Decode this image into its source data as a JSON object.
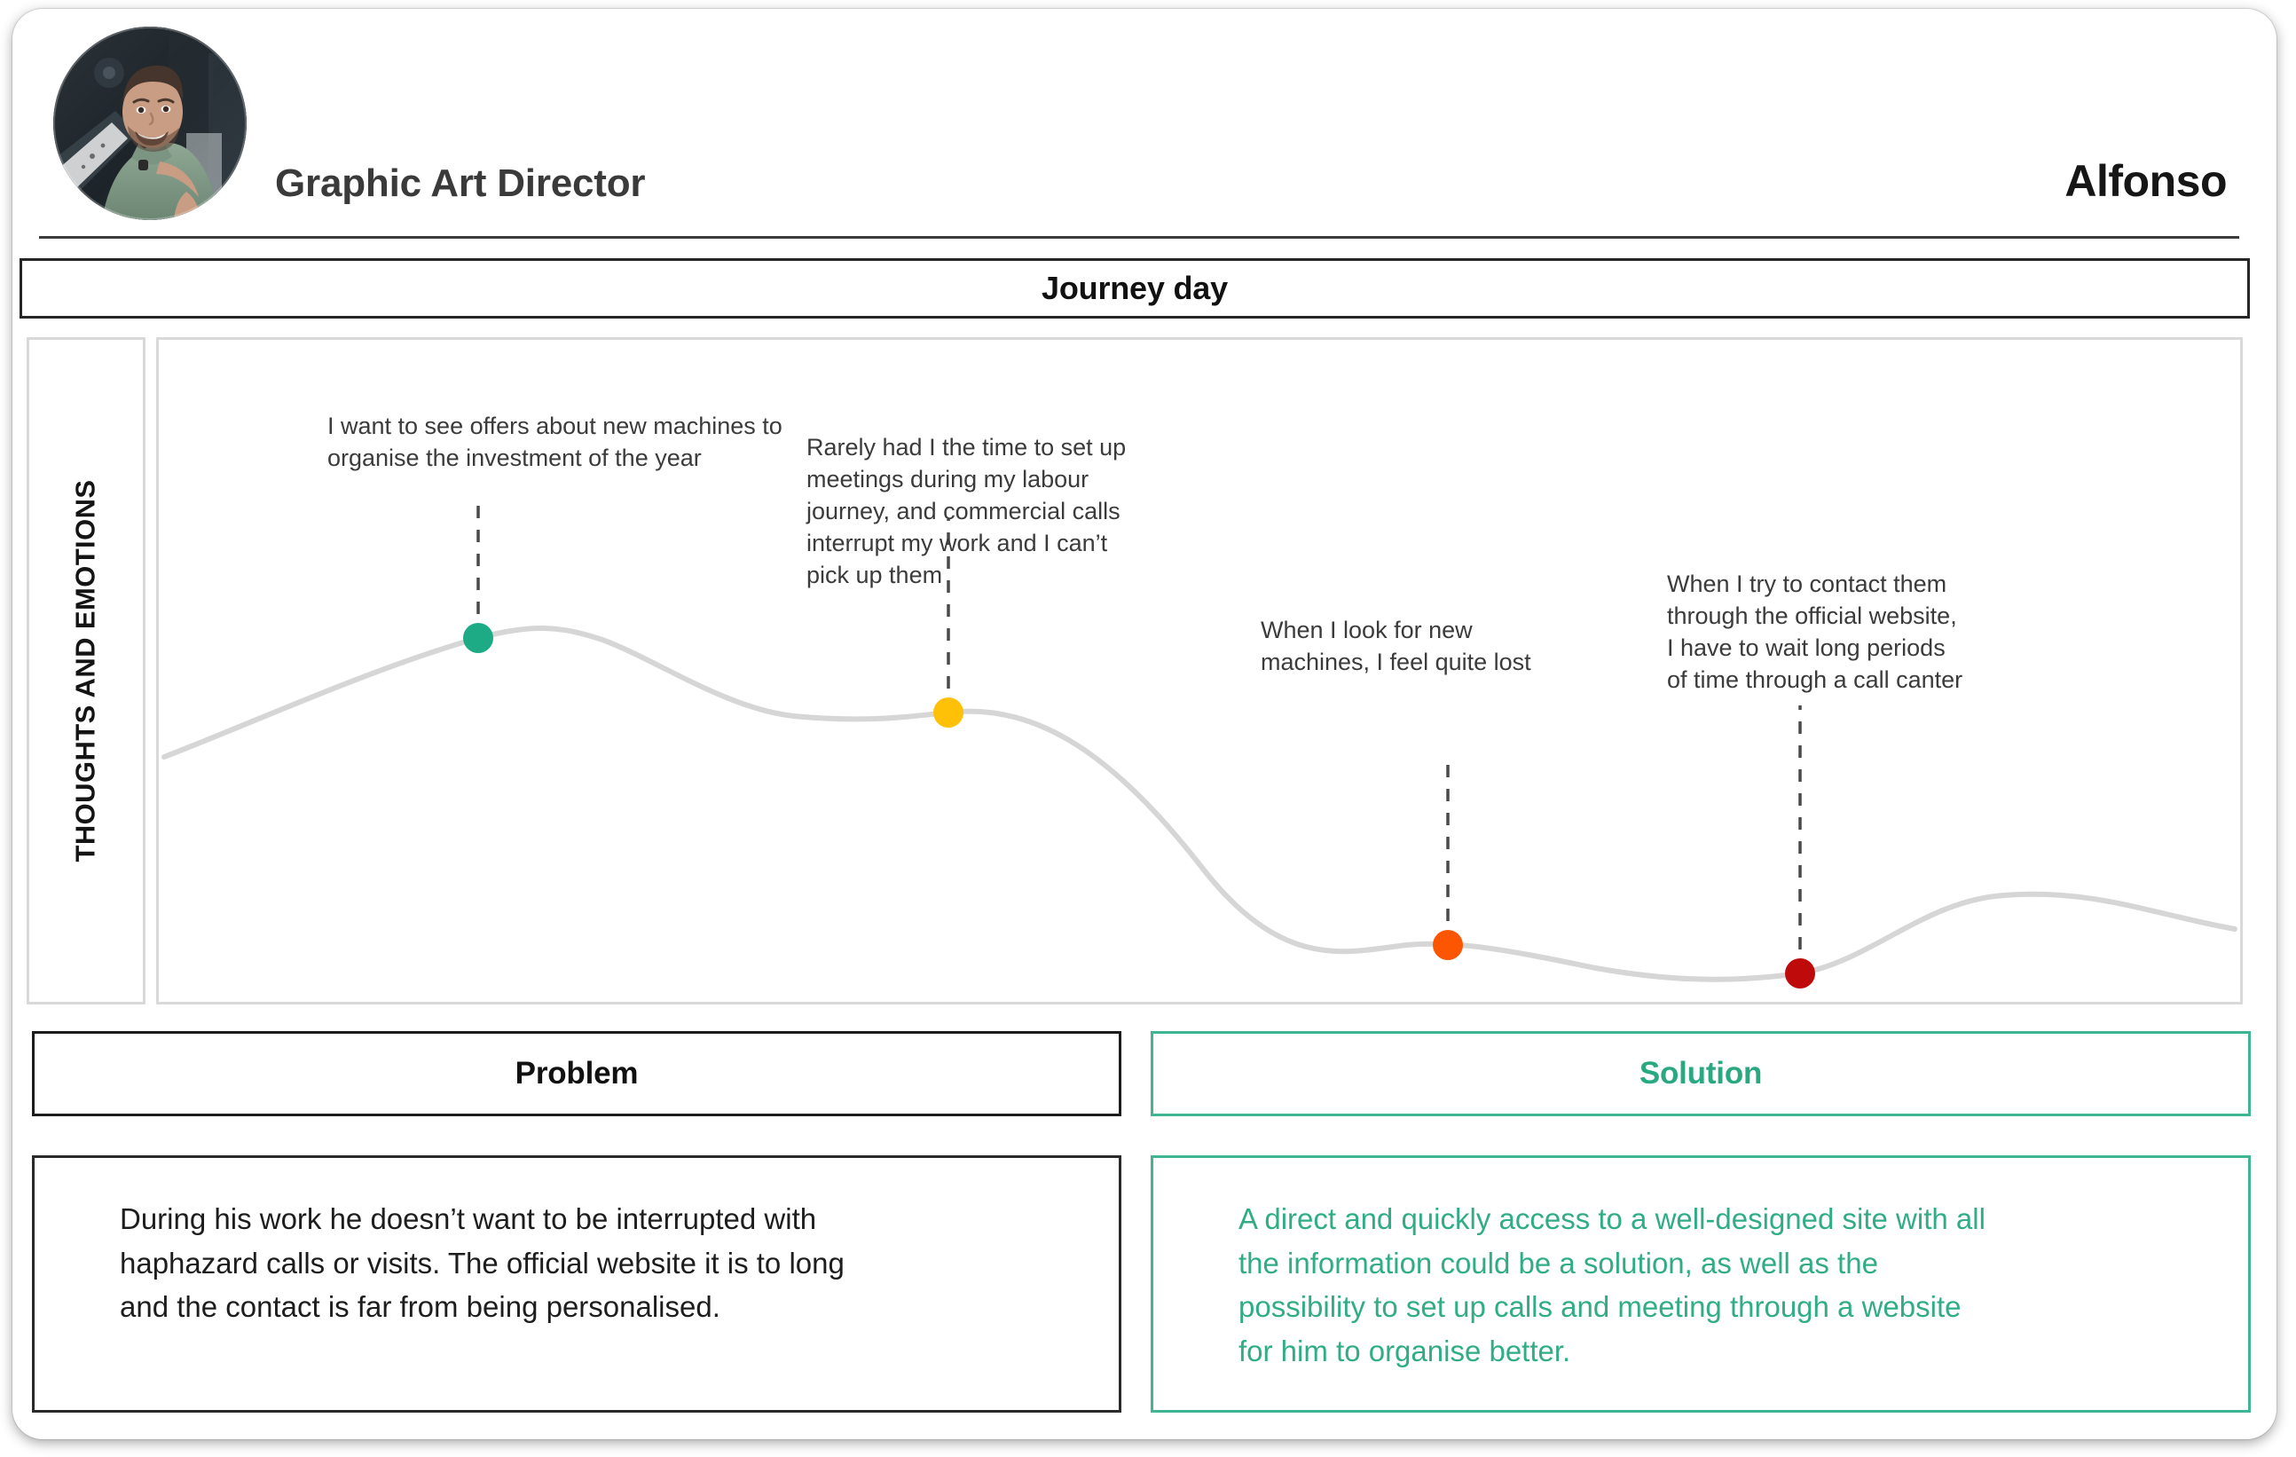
{
  "header": {
    "role_title": "Graphic Art Director",
    "person_name": "Alfonso",
    "avatar_alt": "avatar-photo"
  },
  "journey": {
    "bar_label": "Journey day",
    "axis_label": "THOUGHTS\nAND EMOTIONS"
  },
  "chart_data": {
    "type": "line",
    "title": "Journey day",
    "ylabel": "THOUGHTS AND EMOTIONS",
    "xlabel": "",
    "grid": false,
    "legend": null,
    "line_color": "#d4d4d4",
    "x": [
      0,
      14,
      40,
      62,
      86,
      100
    ],
    "y": [
      38,
      62,
      55,
      18,
      12,
      24
    ],
    "points": [
      {
        "index": 1,
        "label": "I want to see offers about new machines to\norganise the investment of the year",
        "color": "#1cab85",
        "emotion": "positive",
        "x_pct": 14.4,
        "y_pct": 62
      },
      {
        "index": 2,
        "label": "Rarely had I the time to set up\nmeetings during my labour\njourney, and commercial calls\ninterrupt my work and I can’t\npick up them",
        "color": "#ffc107",
        "emotion": "neutral",
        "x_pct": 37.7,
        "y_pct": 55
      },
      {
        "index": 3,
        "label": "When I look for new\nmachines, I feel quite lost",
        "color": "#fc5603",
        "emotion": "negative",
        "x_pct": 61.6,
        "y_pct": 18
      },
      {
        "index": 4,
        "label": "When I try to contact them\nthrough the official website,\nI have to wait long periods\nof time through a call canter",
        "color": "#be0a0a",
        "emotion": "very-negative",
        "x_pct": 78.4,
        "y_pct": 12
      }
    ]
  },
  "panels": {
    "problem": {
      "heading": "Problem",
      "body": "During his work he doesn’t want to be interrupted with\nhaphazard calls or visits. The official website it is to long\nand the contact is far from being personalised.",
      "accent": "#1c1c1c"
    },
    "solution": {
      "heading": "Solution",
      "body": "A direct and quickly access to a well-designed site with all\nthe information could be a solution, as well as the\npossibility to set up calls and meeting through a website\nfor him to organise better.",
      "accent": "#3fb594"
    }
  }
}
